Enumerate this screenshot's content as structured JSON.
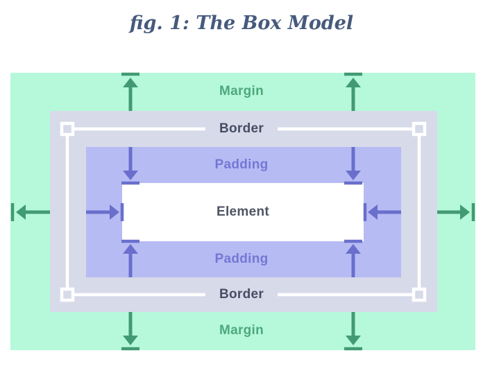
{
  "figure": {
    "title": "fig. 1: The Box Model",
    "layers": {
      "margin": {
        "label": "Margin",
        "fill": "#b5f9da",
        "label_color": "#4fa87d"
      },
      "border": {
        "label": "Border",
        "fill": "#d6dae9",
        "label_color": "#474e63"
      },
      "padding": {
        "label": "Padding",
        "fill": "#b7bbf3",
        "label_color": "#7378d5"
      },
      "element": {
        "label": "Element",
        "fill": "#ffffff",
        "label_color": "#4e5464"
      }
    },
    "colors": {
      "title": "#465a7d",
      "margin_arrow": "#429a72",
      "padding_arrow": "#696fcb",
      "selection_outline": "#ffffff",
      "background": "#ffffff"
    }
  }
}
